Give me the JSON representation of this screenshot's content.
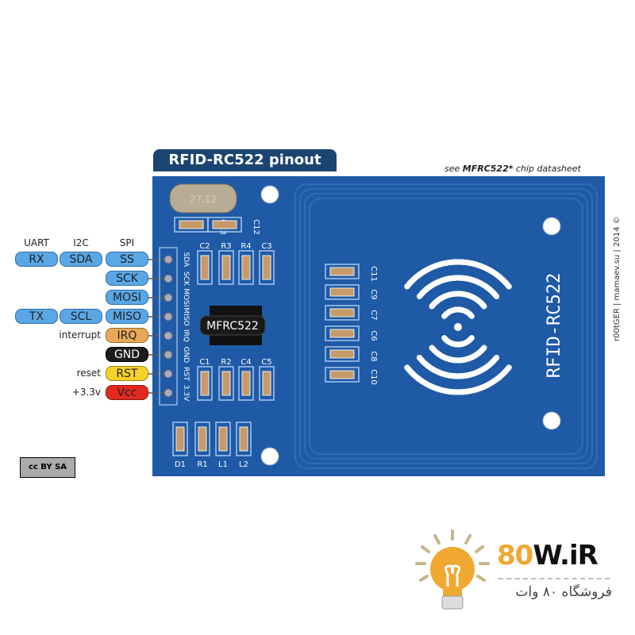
{
  "title": "RFID-RC522 pinout",
  "note_prefix": "see ",
  "note_bold": "MFRC522*",
  "note_suffix": " chip datasheet",
  "column_headers": [
    "UART",
    "I2C",
    "SPI"
  ],
  "pins": [
    {
      "spi": "SS",
      "i2c": "SDA",
      "uart": "RX",
      "side": "",
      "color": "blue",
      "silk": "SDA"
    },
    {
      "spi": "SCK",
      "side": "",
      "color": "blue",
      "silk": "SCK"
    },
    {
      "spi": "MOSI",
      "side": "",
      "color": "blue",
      "silk": "MOSI"
    },
    {
      "spi": "MISO",
      "i2c": "SCL",
      "uart": "TX",
      "side": "",
      "color": "blue",
      "silk": "MISO"
    },
    {
      "spi": "IRQ",
      "side": "interrupt",
      "color": "orange",
      "silk": "IRQ"
    },
    {
      "spi": "GND",
      "side": "",
      "color": "black",
      "silk": "GND"
    },
    {
      "spi": "RST",
      "side": "reset",
      "color": "yellow",
      "silk": "RST"
    },
    {
      "spi": "Vcc",
      "side": "+3.3v",
      "color": "red",
      "silk": "3.3V"
    }
  ],
  "board": {
    "chip_label": "MFRC522",
    "crystal_label": "27.12",
    "antenna_label": "RFID-RC522",
    "components_top": [
      "C2",
      "R3",
      "R4",
      "C3"
    ],
    "components_mid": [
      "C1",
      "R2",
      "C4",
      "C5"
    ],
    "components_bottom": [
      "D1",
      "R1",
      "L1",
      "L2"
    ],
    "components_crystal": [
      "C13",
      "C12"
    ],
    "components_column": [
      "C11",
      "C9",
      "C7",
      "C6",
      "C8",
      "C10"
    ]
  },
  "credit": "r00tGER | mamaev.su | 2014 ©",
  "license": "cc BY SA",
  "logo": {
    "main_a": "80",
    "main_b": "W.iR",
    "sub": "فروشگاه ۸۰ وات"
  },
  "colors": {
    "board": "#1f5aa6",
    "title": "#1b4470",
    "logo_orange": "#f0a830"
  }
}
